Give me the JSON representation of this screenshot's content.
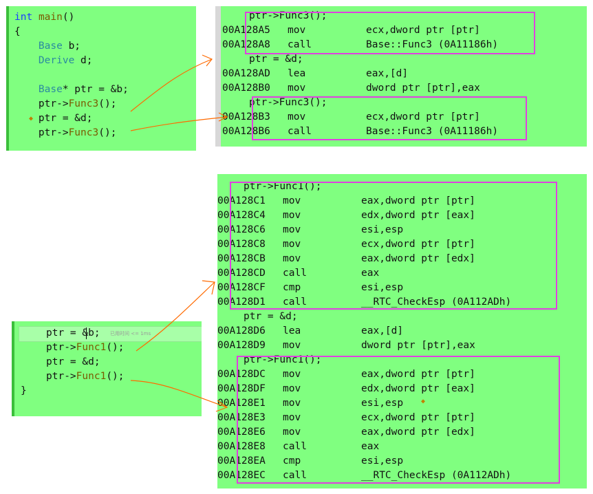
{
  "source_top": {
    "lines": [
      {
        "segments": [
          {
            "t": "int",
            "c": "kw"
          },
          {
            "t": " ",
            "c": ""
          },
          {
            "t": "main",
            "c": "fn"
          },
          {
            "t": "()",
            "c": ""
          }
        ]
      },
      {
        "segments": [
          {
            "t": "{",
            "c": ""
          }
        ]
      },
      {
        "segments": [
          {
            "t": "    ",
            "c": ""
          },
          {
            "t": "Base",
            "c": "ty"
          },
          {
            "t": " b;",
            "c": ""
          }
        ]
      },
      {
        "segments": [
          {
            "t": "    ",
            "c": ""
          },
          {
            "t": "Derive",
            "c": "ty"
          },
          {
            "t": " d;",
            "c": ""
          }
        ]
      },
      {
        "segments": [
          {
            "t": "",
            "c": ""
          }
        ]
      },
      {
        "segments": [
          {
            "t": "    ",
            "c": ""
          },
          {
            "t": "Base",
            "c": "ty"
          },
          {
            "t": "* ptr = &b;",
            "c": ""
          }
        ]
      },
      {
        "segments": [
          {
            "t": "    ptr->",
            "c": ""
          },
          {
            "t": "Func3",
            "c": "fn"
          },
          {
            "t": "();",
            "c": ""
          }
        ]
      },
      {
        "segments": [
          {
            "t": "    ptr = &d;",
            "c": ""
          }
        ]
      },
      {
        "segments": [
          {
            "t": "    ptr->",
            "c": ""
          },
          {
            "t": "Func3",
            "c": "fn"
          },
          {
            "t": "();",
            "c": ""
          }
        ]
      }
    ]
  },
  "disasm_top": {
    "lines": [
      {
        "src": "ptr->Func3();"
      },
      {
        "addr": "00A128A5",
        "mn": "mov",
        "op": "ecx,dword ptr [ptr]"
      },
      {
        "addr": "00A128A8",
        "mn": "call",
        "op": "Base::Func3 (0A11186h)"
      },
      {
        "src": "ptr = &d;"
      },
      {
        "addr": "00A128AD",
        "mn": "lea",
        "op": "eax,[d]"
      },
      {
        "addr": "00A128B0",
        "mn": "mov",
        "op": "dword ptr [ptr],eax"
      },
      {
        "src": "ptr->Func3();"
      },
      {
        "addr": "00A128B3",
        "mn": "mov",
        "op": "ecx,dword ptr [ptr]"
      },
      {
        "addr": "00A128B6",
        "mn": "call",
        "op": "Base::Func3 (0A11186h)"
      }
    ]
  },
  "source_bottom": {
    "hint": "已用时间 <= 1ms",
    "lines": [
      {
        "segments": [
          {
            "t": "ptr = &b;",
            "c": ""
          }
        ]
      },
      {
        "segments": [
          {
            "t": "ptr->",
            "c": ""
          },
          {
            "t": "Func1",
            "c": "fn"
          },
          {
            "t": "();",
            "c": ""
          }
        ]
      },
      {
        "segments": [
          {
            "t": "ptr = &d;",
            "c": ""
          }
        ]
      },
      {
        "segments": [
          {
            "t": "ptr->",
            "c": ""
          },
          {
            "t": "Func1",
            "c": "fn"
          },
          {
            "t": "();",
            "c": ""
          }
        ]
      },
      {
        "segments": [
          {
            "t": "}",
            "c": ""
          }
        ]
      }
    ]
  },
  "disasm_bottom": {
    "lines": [
      {
        "src": "ptr->Func1();"
      },
      {
        "addr": "00A128C1",
        "mn": "mov",
        "op": "eax,dword ptr [ptr]"
      },
      {
        "addr": "00A128C4",
        "mn": "mov",
        "op": "edx,dword ptr [eax]"
      },
      {
        "addr": "00A128C6",
        "mn": "mov",
        "op": "esi,esp"
      },
      {
        "addr": "00A128C8",
        "mn": "mov",
        "op": "ecx,dword ptr [ptr]"
      },
      {
        "addr": "00A128CB",
        "mn": "mov",
        "op": "eax,dword ptr [edx]"
      },
      {
        "addr": "00A128CD",
        "mn": "call",
        "op": "eax"
      },
      {
        "addr": "00A128CF",
        "mn": "cmp",
        "op": "esi,esp"
      },
      {
        "addr": "00A128D1",
        "mn": "call",
        "op": "__RTC_CheckEsp (0A112ADh)"
      },
      {
        "src": "ptr = &d;"
      },
      {
        "addr": "00A128D6",
        "mn": "lea",
        "op": "eax,[d]"
      },
      {
        "addr": "00A128D9",
        "mn": "mov",
        "op": "dword ptr [ptr],eax"
      },
      {
        "src": "ptr->Func1();"
      },
      {
        "addr": "00A128DC",
        "mn": "mov",
        "op": "eax,dword ptr [ptr]"
      },
      {
        "addr": "00A128DF",
        "mn": "mov",
        "op": "edx,dword ptr [eax]"
      },
      {
        "addr": "00A128E1",
        "mn": "mov",
        "op": "esi,esp"
      },
      {
        "addr": "00A128E3",
        "mn": "mov",
        "op": "ecx,dword ptr [ptr]"
      },
      {
        "addr": "00A128E6",
        "mn": "mov",
        "op": "eax,dword ptr [edx]"
      },
      {
        "addr": "00A128E8",
        "mn": "call",
        "op": "eax"
      },
      {
        "addr": "00A128EA",
        "mn": "cmp",
        "op": "esi,esp"
      },
      {
        "addr": "00A128EC",
        "mn": "call",
        "op": "__RTC_CheckEsp (0A112ADh)"
      }
    ]
  },
  "colors": {
    "editor_bg": "#80ff80",
    "highlight_box": "#e040e0",
    "arrow": "#ff6a00",
    "keyword": "#1a3cff",
    "type": "#2a8aa0"
  }
}
